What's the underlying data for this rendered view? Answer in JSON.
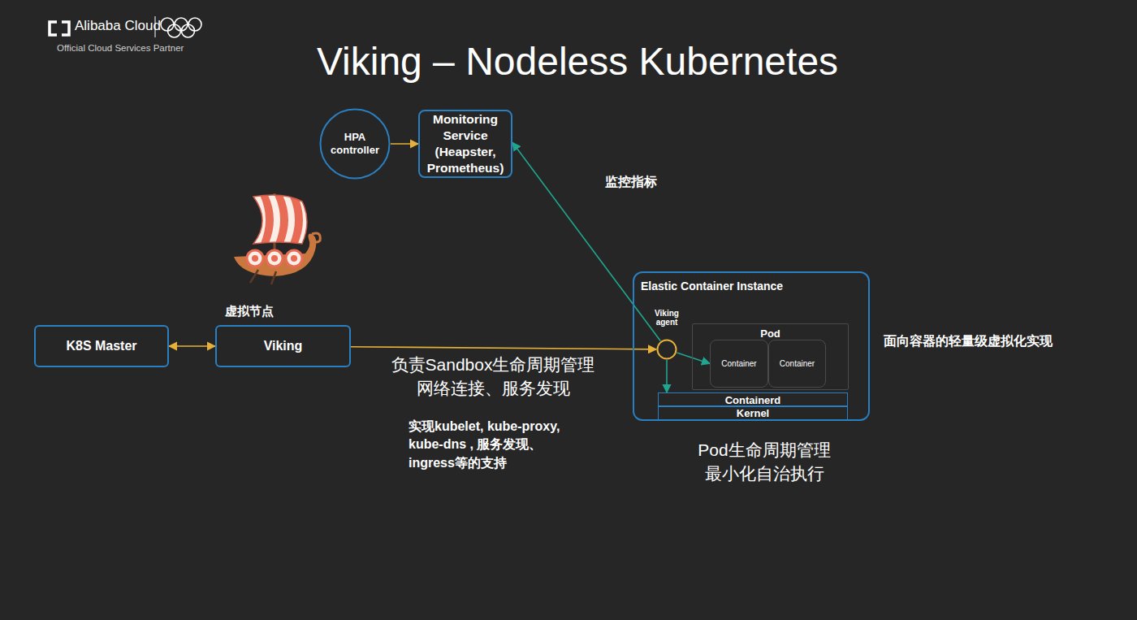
{
  "diagram": {
    "title": "Viking – Nodeless Kubernetes",
    "nodes": [
      {
        "text": [
          "HPA controller"
        ]
      },
      {
        "text": [
          "Monitoring Service (Heapster, Prometheus)"
        ]
      },
      {
        "text": [
          "K8S Master"
        ]
      },
      {
        "text": [
          "虚拟节点",
          "Viking"
        ]
      },
      {
        "text": [
          "Elastic Container Instance"
        ]
      },
      {
        "text": [
          "Viking agent"
        ],
        "in": 4
      },
      {
        "text": [
          "Pod"
        ],
        "in": 4
      },
      {
        "text": [
          "Container"
        ],
        "in": 6
      },
      {
        "text": [
          "Container"
        ],
        "in": 6
      },
      {
        "text": [
          "Containerd"
        ],
        "in": 4
      },
      {
        "text": [
          "Kernel"
        ],
        "in": 4
      }
    ],
    "edges": [
      {
        "from": 0,
        "to": 1,
        "arrow": "to"
      },
      {
        "from": 2,
        "to": 3,
        "arrow": "both"
      },
      {
        "from": 3,
        "to": 5,
        "arrow": "to",
        "label": "负责Sandbox生命周期管理 网络连接、服务发现"
      },
      {
        "from": 5,
        "to": 1,
        "arrow": "to",
        "label": "监控指标"
      },
      {
        "from": 5,
        "to": 7,
        "arrow": "to"
      },
      {
        "from": 5,
        "to": 9,
        "arrow": "to"
      }
    ],
    "labels": [
      "Alibaba Cloud",
      "Official Cloud Services Partner",
      "实现kubelet, kube-proxy, kube-dns , 服务发现、ingress等的支持",
      "面向容器的轻量级虚拟化实现",
      "Pod生命周期管理 最小化自治执行"
    ]
  }
}
